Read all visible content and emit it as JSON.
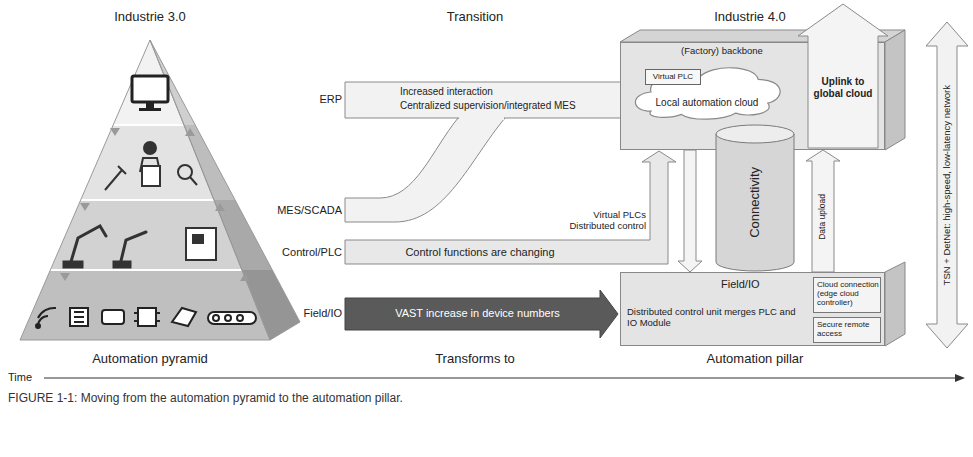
{
  "diagram": {
    "caption": "FIGURE 1-1: Moving from the automation pyramid to the automation pillar.",
    "nodes": [
      {
        "text": [
          "(Factory) backbone"
        ]
      },
      {
        "text": [
          "Local automation cloud"
        ],
        "in": 0
      },
      {
        "text": [
          "Virtual PLC"
        ],
        "in": 1
      },
      {
        "text": [
          "Connectivity"
        ]
      },
      {
        "text": [
          "Field/IO",
          "Distributed control unit merges PLC and IO Module"
        ]
      },
      {
        "text": [
          "Cloud connection (edge cloud controller)"
        ],
        "in": 4
      },
      {
        "text": [
          "Secure remote access"
        ],
        "in": 4
      }
    ],
    "edges": [
      {
        "from": 4,
        "to": 0,
        "label": "Data upload",
        "arrow": "to"
      },
      {
        "from": 0,
        "to": 4,
        "arrow": "to"
      }
    ],
    "labels": [
      "Industrie 3.0",
      "Transition",
      "Industrie 4.0",
      "ERP",
      "Increased interaction",
      "Centralized supervision/integrated MES",
      "MES/SCADA",
      "Control/PLC",
      "Control functions are changing",
      "Virtual PLCs Distributed control",
      "Field/IO",
      "VAST increase in device numbers",
      "Uplink to global cloud",
      "TSN + DetNet: high-speed, low-latency network",
      "Automation pyramid",
      "Transforms to",
      "Automation pillar",
      "Time"
    ]
  }
}
